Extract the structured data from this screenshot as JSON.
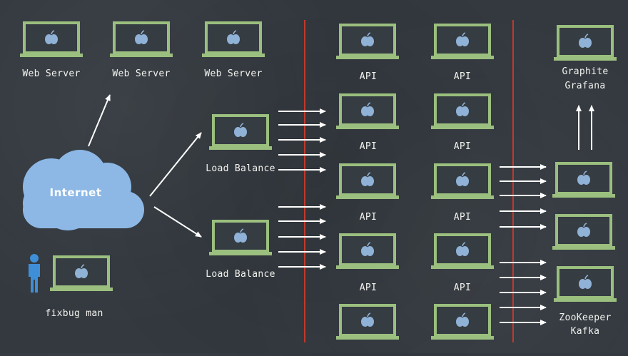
{
  "nodes": {
    "web_servers": [
      "Web Server",
      "Web Server",
      "Web Server"
    ],
    "internet": "Internet",
    "user": "fixbug man",
    "load_balancers": [
      "Load Balance",
      "Load Balance"
    ],
    "api": [
      "API",
      "API",
      "API",
      "API",
      "API",
      "API",
      "API",
      "API"
    ],
    "monitoring": [
      "Graphite",
      "Grafana"
    ],
    "queue": [
      "ZooKeeper",
      "Kafka"
    ]
  },
  "colors": {
    "background": "#33393f",
    "laptop_frame": "#9bbf7e",
    "laptop_screen": "#353c42",
    "apple_logo": "#8fb2d6",
    "cloud": "#8db8e6",
    "divider": "#c0392b",
    "arrow": "#ffffff",
    "person": "#3e8fd8"
  }
}
